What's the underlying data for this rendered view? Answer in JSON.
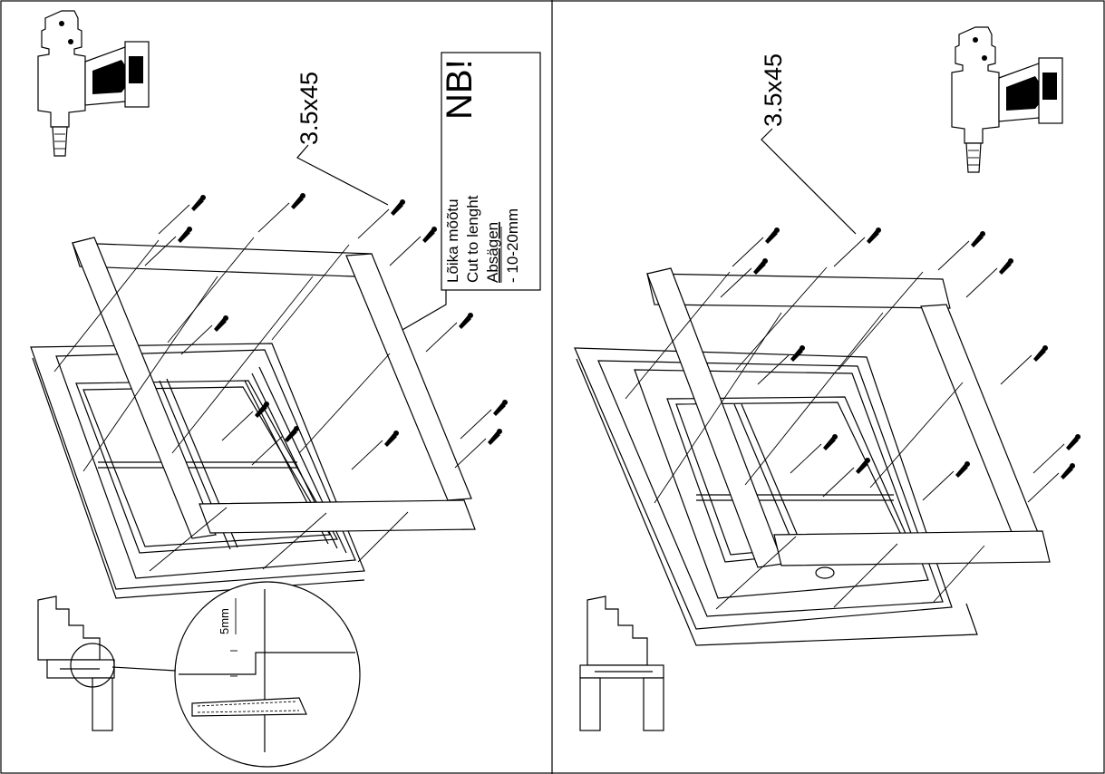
{
  "left_panel": {
    "screw_size": "3.5x45",
    "note": {
      "heading": "NB!",
      "line1": "Lõika mõõtu",
      "line2": "Cut to lenght",
      "line3": "Absägen",
      "line4": "- 10-20mm"
    },
    "detail_dimension": "5mm"
  },
  "right_panel": {
    "screw_size": "3.5x45"
  }
}
